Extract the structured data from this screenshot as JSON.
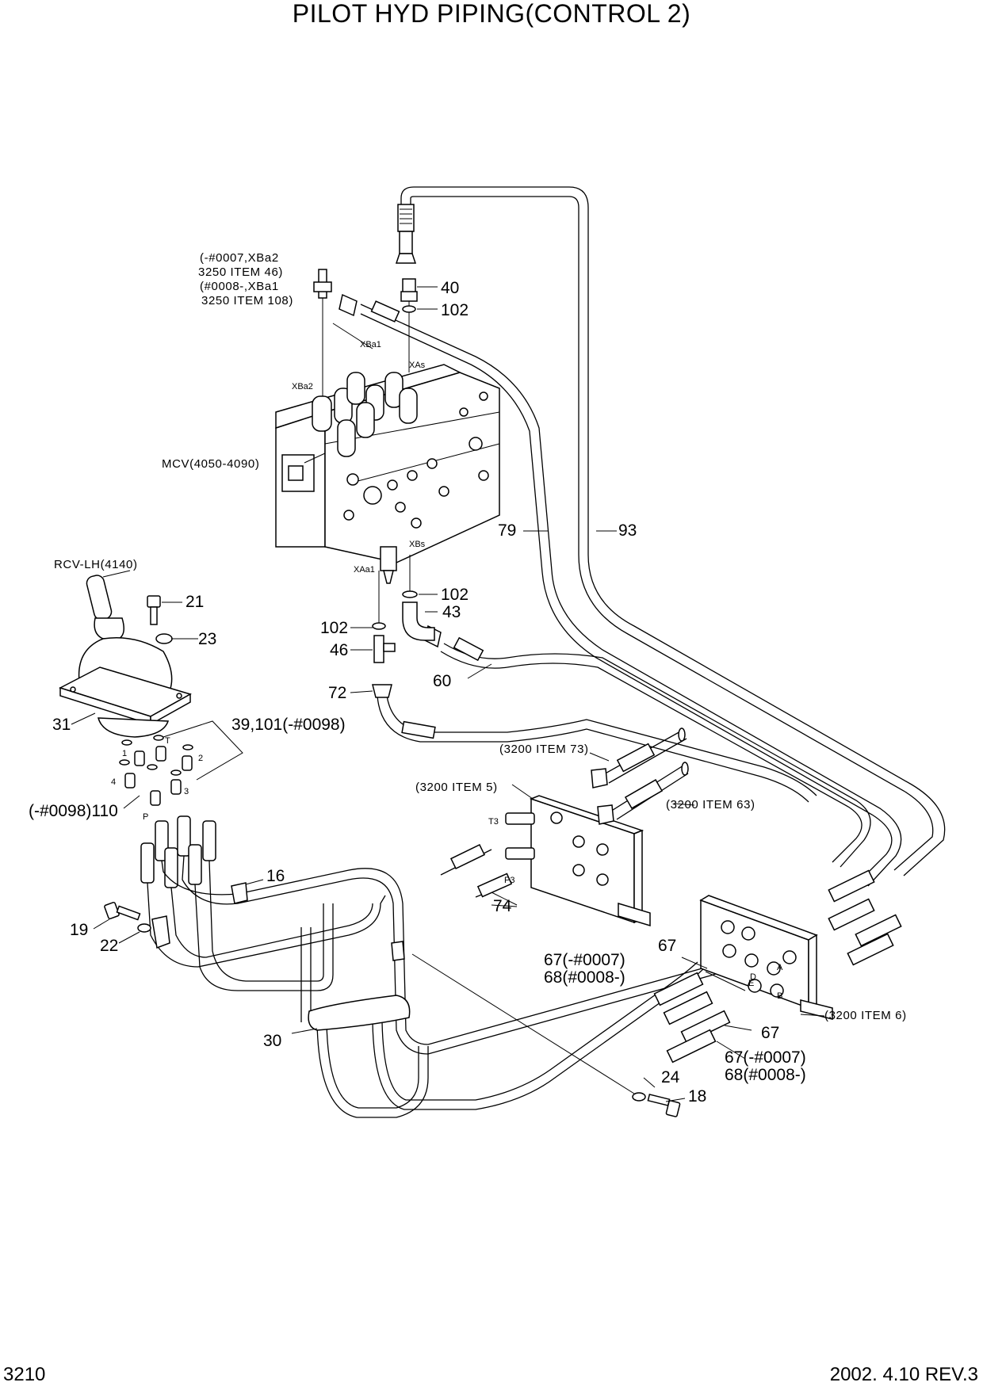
{
  "title": "PILOT HYD PIPING(CONTROL 2)",
  "footer": {
    "page_number": "3210",
    "revision": "2002. 4.10 REV.3"
  },
  "component_labels": {
    "mcv": "MCV(4050-4090)",
    "rcv": "RCV-LH(4140)",
    "note_line1": "(-#0007,XBa2",
    "note_line2": "3250 ITEM 46)",
    "note_line3": "(#0008-,XBa1",
    "note_line4": "3250 ITEM 108)",
    "ref_3200_73": "(3200 ITEM 73)",
    "ref_3200_5": "(3200 ITEM 5)",
    "ref_3200_63": "(3200 ITEM 63)",
    "ref_3200_6": "(3200 ITEM 6)"
  },
  "port_labels": {
    "xba1": "XBa1",
    "xba2": "XBa2",
    "xas": "XAs",
    "xbs": "XBs",
    "xaa1": "XAa1",
    "t": "T",
    "p1": "1",
    "p2": "2",
    "p3": "3",
    "p4": "4",
    "p": "P",
    "t3": "T3",
    "pp3": "P3",
    "a": "A",
    "b": "B",
    "d": "D",
    "e": "E"
  },
  "callouts": {
    "c40": "40",
    "c102_top": "102",
    "c79": "79",
    "c93": "93",
    "c102_mid": "102",
    "c43": "43",
    "c102_left": "102",
    "c46": "46",
    "c60": "60",
    "c72": "72",
    "c21": "21",
    "c23": "23",
    "c31": "31",
    "c39": "39,101(-#0098)",
    "c110": "(-#0098)110",
    "c16": "16",
    "c19": "19",
    "c22": "22",
    "c74": "74",
    "c67_top": "67",
    "c67_68a_1": "67(-#0007)",
    "c67_68a_2": "68(#0008-)",
    "c67_right": "67",
    "c67_68b_1": "67(-#0007)",
    "c67_68b_2": "68(#0008-)",
    "c30": "30",
    "c24": "24",
    "c18": "18"
  }
}
